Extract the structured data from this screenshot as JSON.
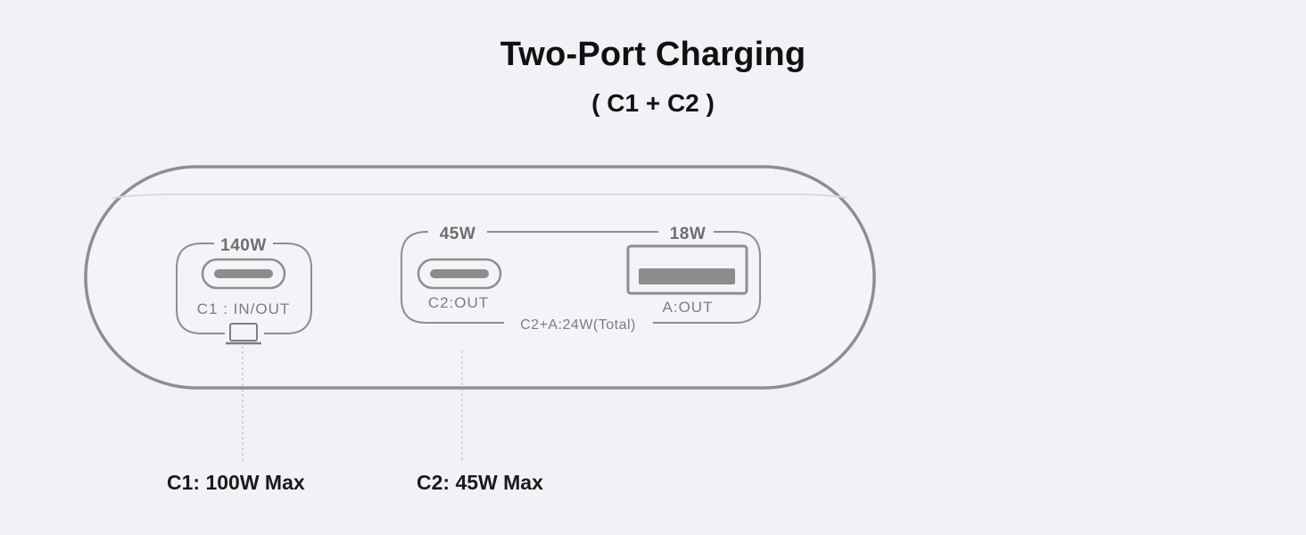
{
  "header": {
    "title": "Two-Port Charging",
    "subtitle": "( C1 + C2 )"
  },
  "ports": {
    "c1": {
      "watt": "140W",
      "label": "C1 : IN/OUT"
    },
    "c2": {
      "watt": "45W",
      "label": "C2:OUT"
    },
    "a": {
      "watt": "18W",
      "label": "A:OUT"
    },
    "shared_total": "C2+A:24W(Total)"
  },
  "captions": {
    "c1_max": "C1: 100W Max",
    "c2_max": "C2: 45W Max"
  },
  "icons": {
    "laptop": "laptop-icon"
  },
  "colors": {
    "background": "#f1f2f6",
    "outline": "#8a8a8a",
    "port_fill": "#8c8c8c"
  }
}
